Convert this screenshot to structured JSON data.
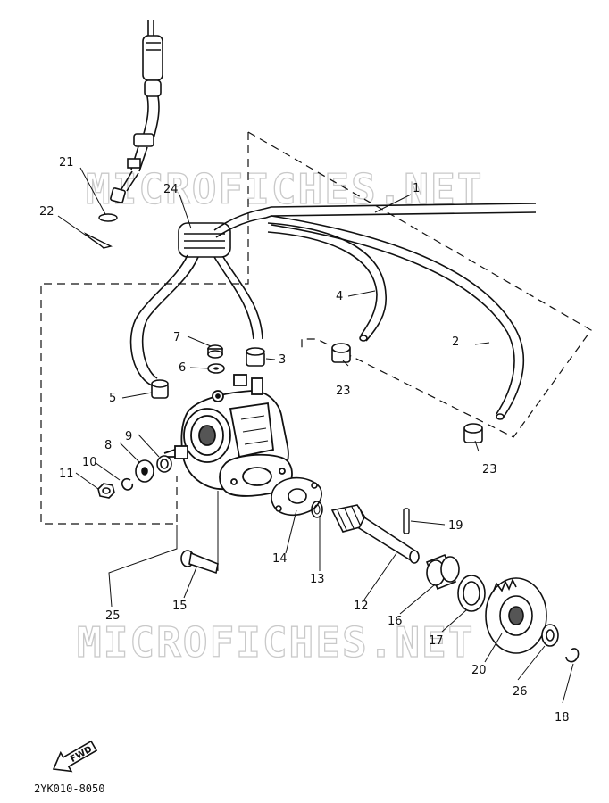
{
  "watermarks": [
    "MICROFICHES.NET",
    "MICROFICHES.NET"
  ],
  "diagram_code": "2YK010-8050",
  "fwd_label": "FWD",
  "callouts": {
    "c1": "1",
    "c2": "2",
    "c3": "3",
    "c4": "4",
    "c5": "5",
    "c6": "6",
    "c7": "7",
    "c8": "8",
    "c9": "9",
    "c10": "10",
    "c11": "11",
    "c12": "12",
    "c13": "13",
    "c14": "14",
    "c15": "15",
    "c16": "16",
    "c17": "17",
    "c18": "18",
    "c19": "19",
    "c20": "20",
    "c21": "21",
    "c22": "22",
    "c23a": "23",
    "c23b": "23",
    "c24": "24",
    "c25": "25",
    "c26": "26"
  }
}
